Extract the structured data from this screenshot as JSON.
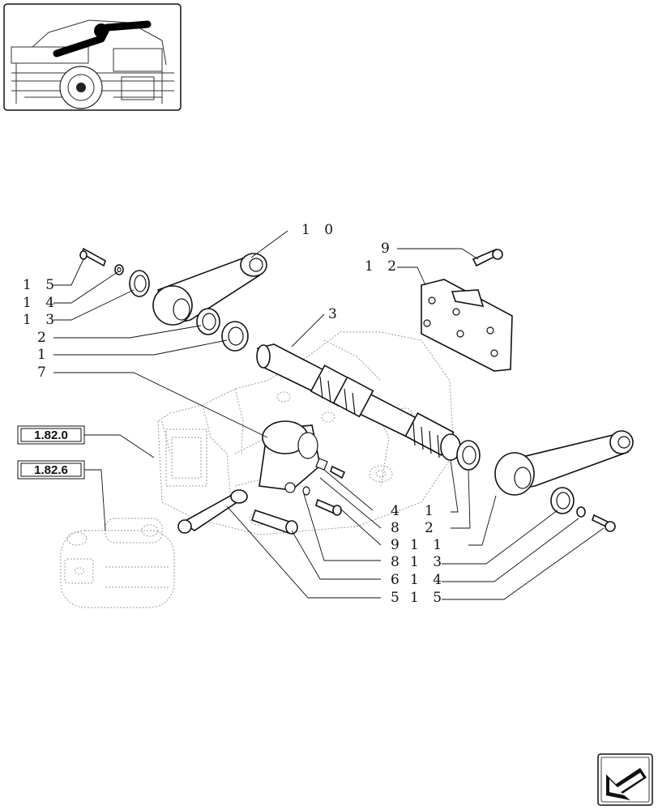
{
  "references": [
    {
      "id": "ref-1820",
      "label": "1.82.0"
    },
    {
      "id": "ref-1826",
      "label": "1.82.6"
    }
  ],
  "callouts": {
    "c_10": "1 0",
    "c_3": "3",
    "c_9_top": "9",
    "c_12": "1 2",
    "c_15_left": "1 5",
    "c_14_left": "1 4",
    "c_13_left": "1 3",
    "c_2_left": "2",
    "c_1_left": "1",
    "c_7": "7",
    "c_4": "4",
    "c_1_right": "1",
    "c_8_a": "8",
    "c_2_right": "2",
    "c_9_mid": "9",
    "c_11": "1 1",
    "c_8_b": "8",
    "c_13_right": "1 3",
    "c_6": "6",
    "c_14_right": "1 4",
    "c_5": "5",
    "c_15_right": "1 5"
  },
  "icons": {
    "thumbnail": "tractor-location-thumbnail",
    "nav": "next-page-arrow-icon"
  }
}
